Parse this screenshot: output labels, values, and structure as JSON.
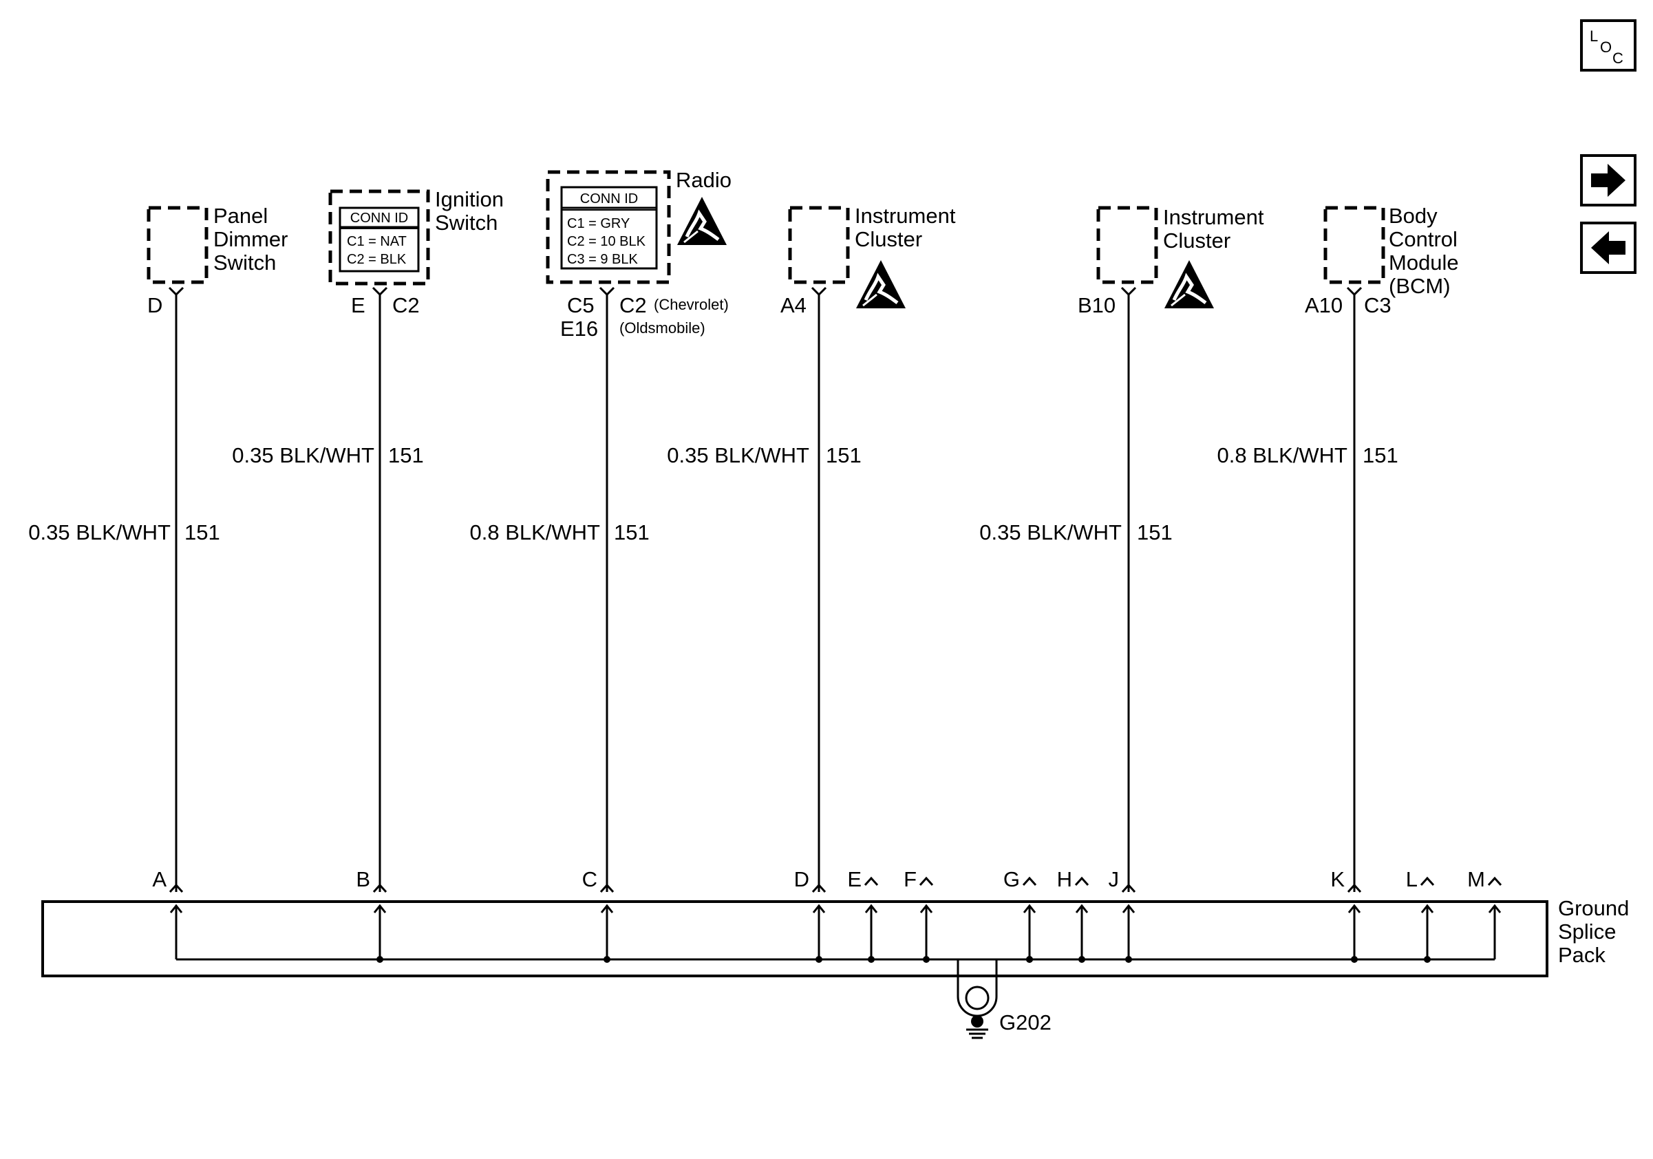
{
  "components": {
    "panel_dimmer": {
      "name": [
        "Panel",
        "Dimmer",
        "Switch"
      ],
      "pin": "D"
    },
    "ignition": {
      "name": [
        "Ignition",
        "Switch"
      ],
      "pin": "E",
      "connector": "C2",
      "conn_table": {
        "header": "CONN ID",
        "rows": [
          "C1 = NAT",
          "C2 = BLK"
        ]
      }
    },
    "radio": {
      "name": "Radio",
      "pins": [
        "C5",
        "E16"
      ],
      "connectors": [
        "C2",
        "(Chevrolet)",
        "(Oldsmobile)"
      ],
      "conn_table": {
        "header": "CONN ID",
        "rows": [
          "C1 = GRY",
          "C2 = 10 BLK",
          "C3 = 9 BLK"
        ]
      }
    },
    "cluster_1": {
      "name": [
        "Instrument",
        "Cluster"
      ],
      "pin": "A4"
    },
    "cluster_2": {
      "name": [
        "Instrument",
        "Cluster"
      ],
      "pin": "B10"
    },
    "bcm": {
      "name": [
        "Body",
        "Control",
        "Module",
        "(BCM)"
      ],
      "pin": "A10",
      "connector": "C3"
    }
  },
  "wires": [
    {
      "color": "0.35 BLK/WHT",
      "circuit": "151"
    },
    {
      "color": "0.35 BLK/WHT",
      "circuit": "151"
    },
    {
      "color": "0.8 BLK/WHT",
      "circuit": "151"
    },
    {
      "color": "0.35 BLK/WHT",
      "circuit": "151"
    },
    {
      "color": "0.35 BLK/WHT",
      "circuit": "151"
    },
    {
      "color": "0.8 BLK/WHT",
      "circuit": "151"
    }
  ],
  "splice": {
    "name": [
      "Ground",
      "Splice",
      "Pack"
    ],
    "pins": [
      "A",
      "B",
      "C",
      "D",
      "E",
      "F",
      "G",
      "H",
      "J",
      "K",
      "L",
      "M"
    ]
  },
  "ground": {
    "label": "G202"
  },
  "nav": {
    "loc_letters": [
      "L",
      "O",
      "C"
    ]
  }
}
